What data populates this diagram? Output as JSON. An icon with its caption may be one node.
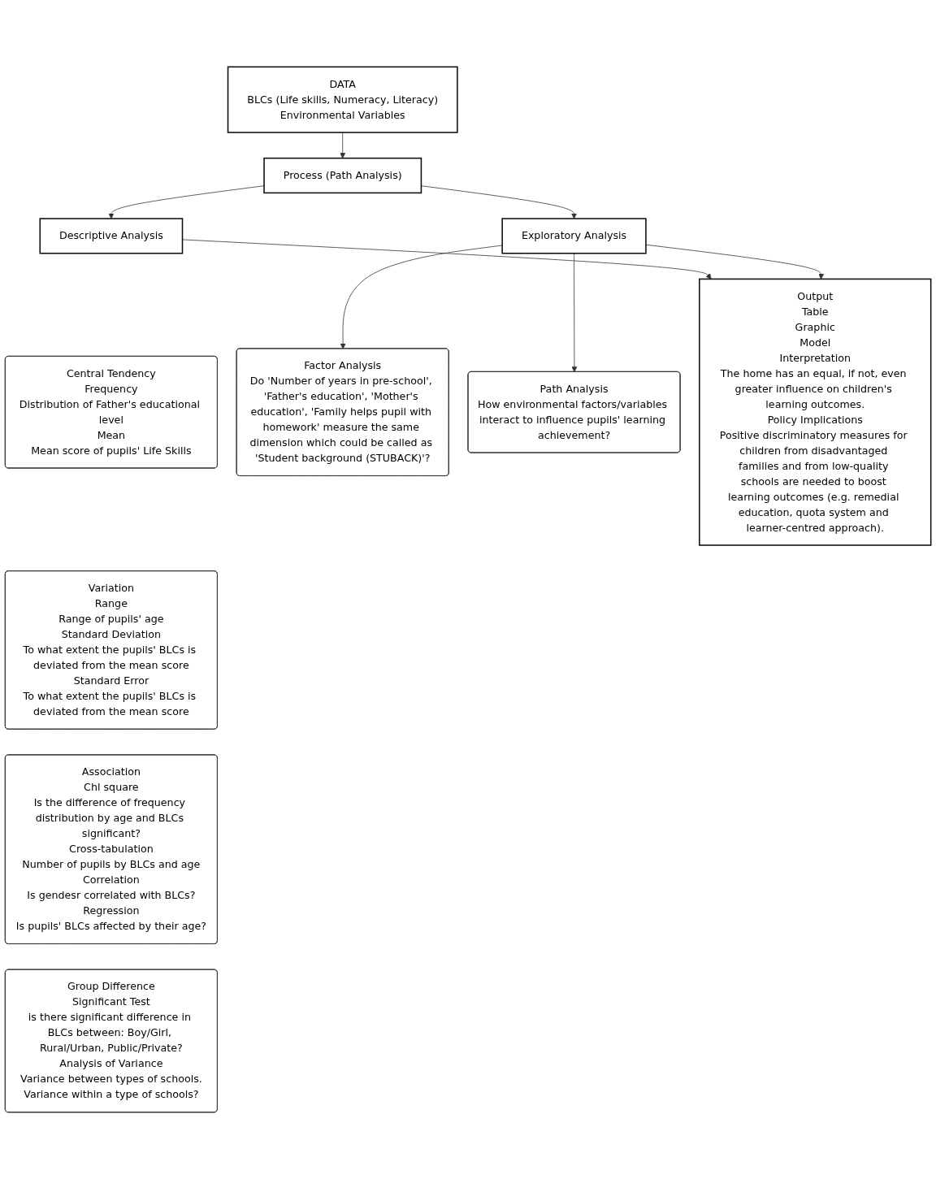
{
  "diagram": {
    "nodes": [
      {
        "text": [
          "DATA",
          "BLCs (Life skills, Numeracy, Literacy)",
          "Environmental Variables"
        ]
      },
      {
        "text": [
          "Process (Path Analysis)"
        ]
      },
      {
        "text": [
          "Descriptive Analysis"
        ]
      },
      {
        "text": [
          "Central Tendency",
          "Frequency",
          "Distribution of Father's educational level",
          "Mean",
          "Mean score of pupils' Life Skills"
        ]
      },
      {
        "text": [
          "Variation",
          "Range",
          "Range of pupils' age",
          "Standard Deviation",
          "To what extent the pupils' BLCs is deviated from the mean score",
          "Standard Error",
          "To what extent the pupils' BLCs is deviated from the mean score"
        ]
      },
      {
        "text": [
          "Association",
          "Chl square",
          "Is the difference of frequency distribution by age and BLCs significant?",
          "Cross-tabulation",
          "Number of pupils by BLCs and age",
          "Correlation",
          "Is gendesr correlated with BLCs?",
          "Regression",
          "Is pupils' BLCs affected by their age?"
        ]
      },
      {
        "text": [
          "Group Difference",
          "Significant Test",
          "is there significant difference in BLCs between: Boy/Girl, Rural/Urban, Public/Private?",
          "Analysis of Variance",
          "Variance between types of schools.",
          "Variance within a type of schools?"
        ]
      },
      {
        "text": [
          "Exploratory Analysis"
        ]
      },
      {
        "text": [
          "Factor Analysis",
          "Do 'Number of years in pre-school', 'Father's education', 'Mother's education', 'Family helps pupil with homework' measure the same dimension which could be called as 'Student background (STUBACK)'?"
        ]
      },
      {
        "text": [
          "Path Analysis",
          "How environmental factors/variables interact to influence pupils' learning achievement?"
        ]
      },
      {
        "text": [
          "Output",
          "Table",
          "Graphic",
          "Model",
          "Interpretation",
          "The home has an equal, if not, even greater influence on children's learning outcomes.",
          "Policy Implications",
          "Positive discriminatory measures for children from disadvantaged families and from low-quality schools are needed to boost learning outcomes (e.g. remedial education, quota system and learner-centred approach)."
        ]
      }
    ],
    "edges": [
      {
        "from": 0,
        "to": 1,
        "arrow": "to"
      },
      {
        "from": 1,
        "to": 2,
        "arrow": "to"
      },
      {
        "from": 1,
        "to": 7,
        "arrow": "to"
      },
      {
        "from": 7,
        "to": 8,
        "arrow": "to"
      },
      {
        "from": 7,
        "to": 9,
        "arrow": "to"
      },
      {
        "from": 7,
        "to": 10,
        "arrow": "to"
      },
      {
        "from": 2,
        "to": 10,
        "arrow": "to"
      }
    ]
  }
}
